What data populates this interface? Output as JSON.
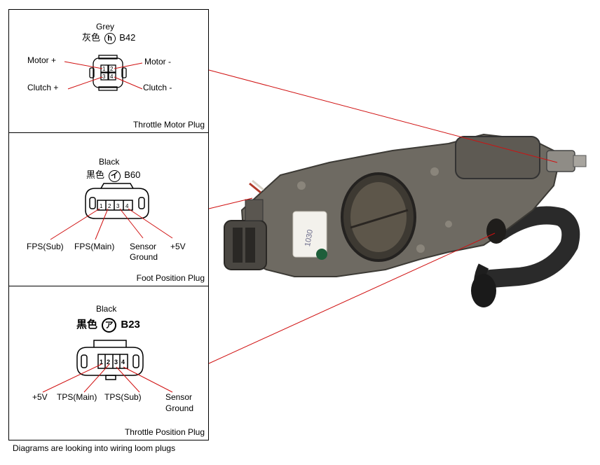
{
  "panels": [
    {
      "color_en": "Grey",
      "color_cn": "灰色",
      "code_symbol": "h",
      "code": "B42",
      "pins": [
        "1",
        "2",
        "3",
        "4"
      ],
      "labels": {
        "motor_plus": "Motor +",
        "motor_minus": "Motor -",
        "clutch_plus": "Clutch +",
        "clutch_minus": "Clutch -"
      },
      "title": "Throttle Motor Plug"
    },
    {
      "color_en": "Black",
      "color_cn": "黒色",
      "code_symbol": "イ",
      "code": "B60",
      "pins": [
        "1",
        "2",
        "3",
        "4"
      ],
      "labels": {
        "fps_sub": "FPS(Sub)",
        "fps_main": "FPS(Main)",
        "sensor": "Sensor",
        "ground": "Ground",
        "plus5v": "+5V"
      },
      "title": "Foot Position Plug"
    },
    {
      "color_en": "Black",
      "color_cn": "黒色",
      "code_symbol": "ア",
      "code": "B23",
      "pins": [
        "1",
        "2",
        "3",
        "4"
      ],
      "labels": {
        "plus5v": "+5V",
        "tps_main": "TPS(Main)",
        "tps_sub": "TPS(Sub)",
        "sensor": "Sensor",
        "ground": "Ground"
      },
      "title": "Throttle Position Plug"
    }
  ],
  "photo": {
    "label": "1030"
  },
  "caption": "Diagrams are looking into wiring loom plugs",
  "colors": {
    "leader_line": "#d01010",
    "outline": "#000000"
  }
}
